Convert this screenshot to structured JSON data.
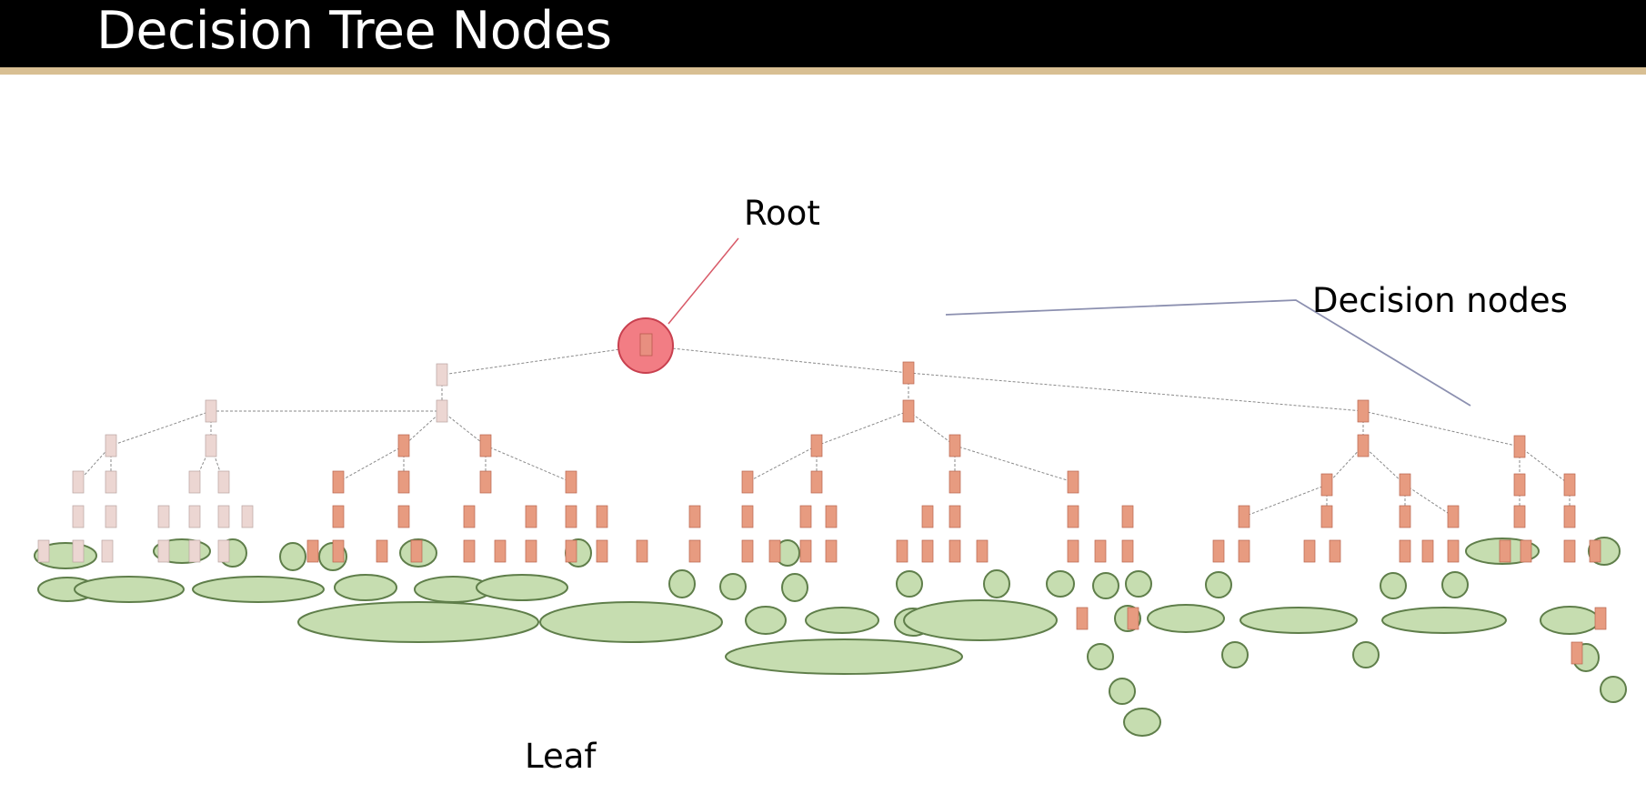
{
  "slide": {
    "title": "Decision Tree Nodes"
  },
  "labels": {
    "root": "Root",
    "decision_nodes": "Decision nodes",
    "leaf": "Leaf"
  },
  "colors": {
    "title_bar": "#000000",
    "title_rule": "#d8bf93",
    "root_highlight": "#f27d84",
    "decision_node": "#e79b80",
    "decision_node_light": "#ecd6d2",
    "leaf_highlight": "#c6ddb0",
    "leaf_outline": "#5f7e4a",
    "edge": "#8a8a8a",
    "callout_root": "#d85a68",
    "callout_decision": "#8c90b0"
  }
}
